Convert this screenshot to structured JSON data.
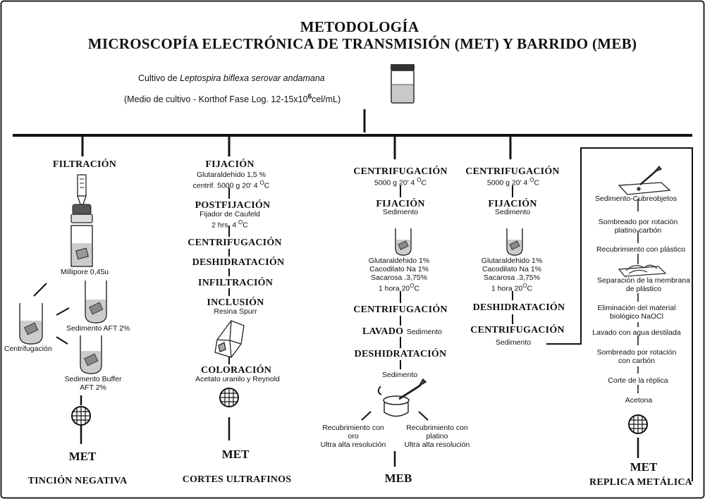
{
  "title": {
    "line1": "METODOLOGÍA",
    "line2": "MICROSCOPÍA ELECTRÓNICA DE TRANSMISIÓN (MET) Y BARRIDO (MEB)"
  },
  "culture": {
    "prefix": "Cultivo de ",
    "organism": "Leptospira biflexa serovar andamana",
    "medium_prefix": "(Medio de cultivo - Korthof Fase Log. 12-15x10",
    "medium_exp": "6",
    "medium_suffix": "cel/mL)"
  },
  "col1": {
    "step1": "FILTRACIÓN",
    "millipore": "Millipore 0,45u",
    "centrifugacion": "Centrifugación",
    "sedimento_aft": "Sedimento AFT 2%",
    "sedimento_buffer_1": "Sedimento Buffer",
    "sedimento_buffer_2": "AFT 2%",
    "result": "MET",
    "technique": "TINCIÓN NEGATIVA"
  },
  "col2": {
    "fijacion": "FIJACIÓN",
    "fijacion_d1": "Glutaraldehido 1,5 %",
    "fijacion_d2": "centrif. 5000 g  20' 4 ",
    "fijacion_d2_sup": "O",
    "fijacion_d2_end": "C",
    "postfijacion": "POSTFIJACIÓN",
    "postfijacion_d1": "Fijador de Caufeld",
    "postfijacion_d2": "2 hrs. 4 ",
    "postfijacion_d2_sup": "O",
    "postfijacion_d2_end": "C",
    "centrifugacion": "CENTRIFUGACIÓN",
    "deshidratacion": "DESHIDRATACIÓN",
    "infiltracion": "INFILTRACIÓN",
    "inclusion": "INCLUSIÓN",
    "inclusion_d": "Resina Spurr",
    "coloracion": "COLORACIÓN",
    "coloracion_d": "Acetato uranilo y Reynold",
    "result": "MET",
    "technique": "CORTES  ULTRAFINOS"
  },
  "col3": {
    "centrifugacion": "CENTRIFUGACIÓN",
    "centrifugacion_d": "5000 g 20' 4 ",
    "centrifugacion_d_sup": "O",
    "centrifugacion_d_end": "C",
    "fijacion": "FIJACIÓN",
    "fijacion_d": "Sedimento",
    "reag1": "Glutaraldehido 1%",
    "reag2": "Cacodilato Na 1%",
    "reag3": "Sacarosa .3,75%",
    "reag4": "1 hora 20",
    "reag4_sup": "O",
    "reag4_end": "C",
    "centrifugacion2": "CENTRIFUGACIÓN",
    "lavado": "LAVADO",
    "lavado_d": "Sedimento",
    "deshidratacion": "DESHIDRATACIÓN",
    "sedimento": "Sedimento",
    "left1": "Recubrimiento con",
    "left2": "oro",
    "left3": "Ultra alta resolución",
    "right1": "Recubrimiento con",
    "right2": "platino",
    "right3": "Ultra alta resolución",
    "result": "MEB"
  },
  "col4": {
    "centrifugacion": "CENTRIFUGACIÓN",
    "centrifugacion_d": "5000 g 20' 4 ",
    "centrifugacion_d_sup": "O",
    "centrifugacion_d_end": "C",
    "fijacion": "FIJACIÓN",
    "fijacion_d": "Sedimento",
    "reag1": "Glutaraldehido 1%",
    "reag2": "Cacodilato Na 1%",
    "reag3": "Sacarosa .3,75%",
    "reag4": "1 hora 20",
    "reag4_sup": "O",
    "reag4_end": "C",
    "deshidratacion": "DESHIDRATACIÓN",
    "centrifugacion2": "CENTRIFUGACIÓN",
    "sedimento": "Sedimento"
  },
  "col5": {
    "s1": "Sedimento-Cubreobjetos",
    "s2a": "Sombreado por rotación",
    "s2b": "platino-carbón",
    "s3": "Recubrimiento con plástico",
    "s4a": "Separación de la membrana",
    "s4b": "de plástico",
    "s5a": "Eliminación del material",
    "s5b": "biológico NaOCl",
    "s6": "Lavado con agua destilada",
    "s7a": "Sombreado por rotación",
    "s7b": "con carbón",
    "s8": "Corte de la réplica",
    "s9": "Acetona",
    "result": "MET",
    "technique": "REPLICA METÁLICA"
  }
}
